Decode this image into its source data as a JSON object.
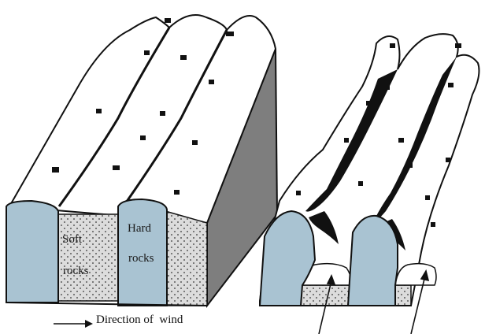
{
  "labels": {
    "soft": [
      "Soft",
      "rocks"
    ],
    "hard": [
      "Hard",
      "rocks"
    ]
  },
  "legend": {
    "wind_label": "Direction of  wind"
  },
  "colors": {
    "hard_rock": "#a9c3d2",
    "soft_rock": "#d9d9d9",
    "side_face": "#7e7e7e",
    "outline": "#111111"
  }
}
